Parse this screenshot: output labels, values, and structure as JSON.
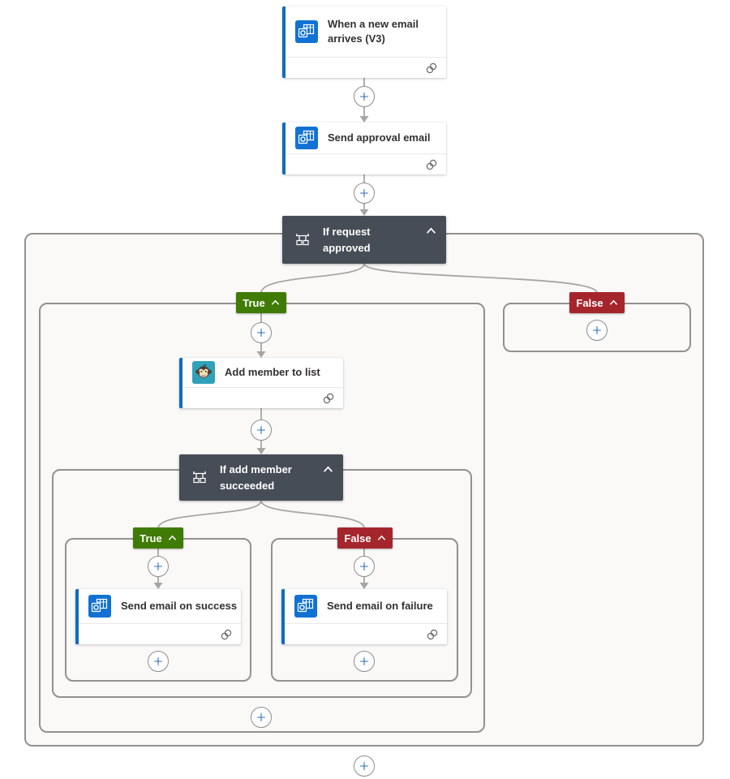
{
  "app": "flow-designer",
  "colors": {
    "accent_blue": "#0f6cbd",
    "outlook_blue": "#1172d4",
    "mailchimp_teal": "#2fa2ba",
    "condition_dark": "#474d57",
    "true_green": "#3f7b05",
    "false_red": "#a4262c",
    "connector_gray": "#a8a6a4",
    "scope_border_gray": "#939190",
    "scope_bg": "#faf9f8",
    "plus_blue": "#2b6cb8"
  },
  "nodes": {
    "trigger": {
      "title": "When a new email arrives (V3)",
      "icon": "outlook-icon"
    },
    "send_approval": {
      "title": "Send approval email",
      "icon": "outlook-icon"
    },
    "if_request_approved": {
      "title": "If request approved",
      "icon": "condition-icon"
    },
    "add_member": {
      "title": "Add member to list",
      "icon": "mailchimp-icon"
    },
    "if_add_member_succeeded": {
      "title": "If add member succeeded",
      "icon": "condition-icon"
    },
    "send_success": {
      "title": "Send email on success",
      "icon": "outlook-icon"
    },
    "send_failure": {
      "title": "Send email on failure",
      "icon": "outlook-icon"
    }
  },
  "branches": {
    "true_label": "True",
    "false_label": "False"
  }
}
